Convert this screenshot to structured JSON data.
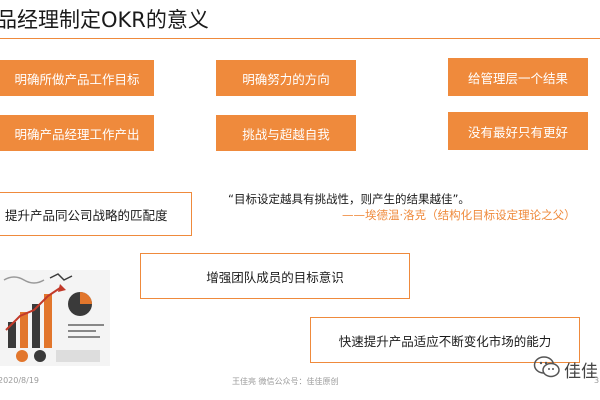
{
  "slide": {
    "title": "品经理制定OKR的意义"
  },
  "orange_boxes": [
    "明确所做产品工作目标",
    "明确努力的方向",
    "给管理层一个结果",
    "明确产品经理工作产出",
    "挑战与超越自我",
    "没有最好只有更好"
  ],
  "white_boxes": [
    "提升产品同公司战略的匹配度",
    "增强团队成员的目标意识",
    "快速提升产品适应不断变化市场的能力"
  ],
  "quote": {
    "text": "“目标设定越具有挑战性，则产生的结果越佳”。",
    "author": "——埃德温·洛克（结构化目标设定理论之父）"
  },
  "footer": {
    "date": "2020/8/19",
    "author": "王佳亮  微信公众号：佳佳原创",
    "page": "3"
  },
  "watermark": {
    "text": "佳佳",
    "icon": "wechat-icon"
  },
  "photo": {
    "description_icon": "business-charts-photo"
  },
  "colors": {
    "accent": "#ef8a3c",
    "text": "#1a1a1a",
    "muted": "#9a9a9a"
  }
}
